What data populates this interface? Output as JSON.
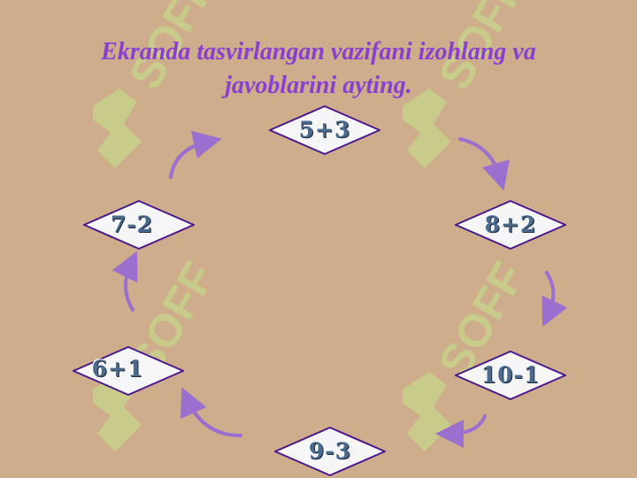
{
  "title": "Ekranda tasvirlangan vazifani izohlang va javoblarini ayting.",
  "watermark_text": "SOFF",
  "expressions": {
    "top": "5+3",
    "right_upper": "8+2",
    "right_lower": "10-1",
    "bottom": "9-3",
    "left_lower": "6+1",
    "left_upper": "7-2"
  },
  "colors": {
    "background": "#cdad8b",
    "title": "#8a3fcf",
    "diamond_fill": "#f6f6f8",
    "diamond_stroke": "#4a1a8c",
    "arrow": "#9b6fd0",
    "watermark": "#c7d08a"
  }
}
